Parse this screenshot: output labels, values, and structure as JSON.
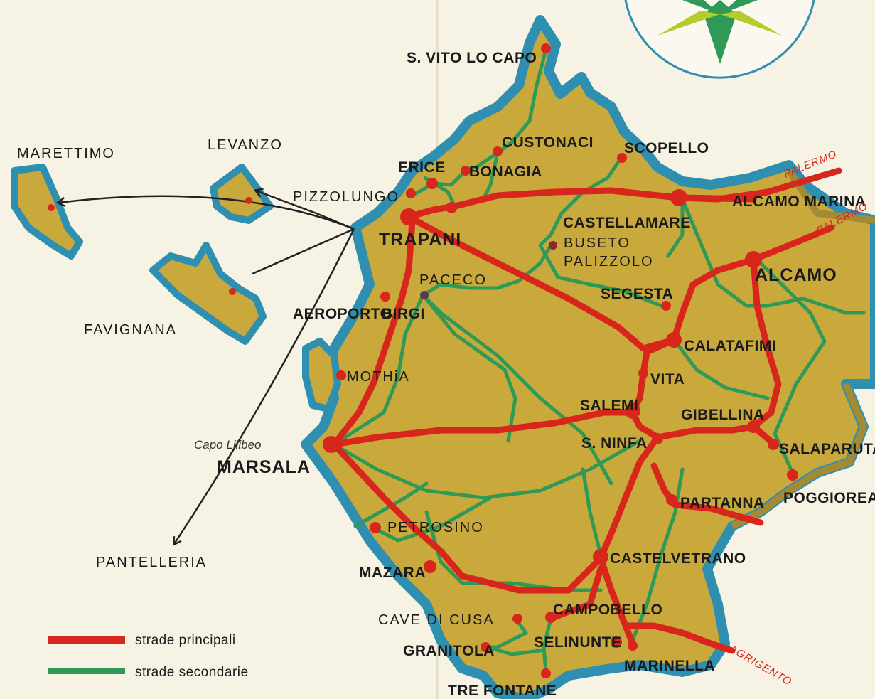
{
  "colors": {
    "sea_edge": "#2e8fb0",
    "land": "#c9a83c",
    "main_road": "#d8261c",
    "secondary_road": "#2f9a55",
    "town": "#d8261c",
    "background": "#f6f2e4"
  },
  "icons": {
    "compass": "compass-rose-icon",
    "route_arrow": "arrow-icon"
  },
  "legend": {
    "main": "strade principali",
    "secondary": "strade secondarie"
  },
  "islands": {
    "marettimo": "MARETTIMO",
    "levanzo": "LEVANZO",
    "favignana": "FAVIGNANA",
    "pantelleria": "PANTELLERIA"
  },
  "places": {
    "s_vito": "S. VITO LO CAPO",
    "custonaci": "CUSTONACI",
    "scopello": "SCOPELLO",
    "erice": "ERICE",
    "bonagia": "BONAGIA",
    "pizzolungo": "PIZZOLUNGO",
    "trapani": "TRAPANI",
    "castellamare": "CASTELLAMARE",
    "buseto": "BUSETO",
    "palizzolo": "PALIZZOLO",
    "alcamo_marina": "ALCAMO MARINA",
    "alcamo": "ALCAMO",
    "paceco": "PACECO",
    "segesta": "SEGESTA",
    "aeroporto": "AEROPORTO",
    "birgi": "BIRGI",
    "calatafimi": "CALATAFIMI",
    "mothia": "MOTHiA",
    "vita": "VITA",
    "salemi": "SALEMI",
    "gibellina": "GIBELLINA",
    "capo_lilibeo": "Capo Lilibeo",
    "marsala": "MARSALA",
    "s_ninfa": "S. NINFA",
    "salaparuta": "SALAPARUTA",
    "partanna": "PARTANNA",
    "poggioreale": "POGGIOREALE",
    "petrosino": "PETROSINO",
    "castelvetrano": "CASTELVETRANO",
    "mazara": "MAZARA",
    "cave_di_cusa": "CAVE DI CUSA",
    "campobello": "CAMPOBELLO",
    "granitola": "GRANITOLA",
    "selinunte": "SELINUNTE",
    "marinella": "MARINELLA",
    "tre_fontane": "TRE FONTANE"
  },
  "destinations": {
    "palermo_1": "PALERMO",
    "palermo_2": "PALERMO",
    "agrigento": "AGRIGENTO"
  }
}
